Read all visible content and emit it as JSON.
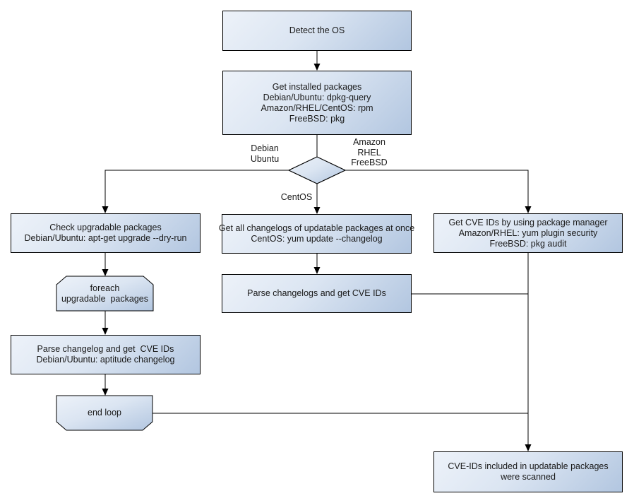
{
  "diagram": {
    "colors": {
      "node_fill_light": "#edf2f9",
      "node_fill_mid": "#dbe5f2",
      "node_fill_dark": "#b2c6e0",
      "node_border": "#000000",
      "connector": "#000000",
      "text": "#1a1a1a",
      "background": "#ffffff"
    },
    "nodes": {
      "detect_os": {
        "label": "Detect the OS"
      },
      "get_installed_packages": {
        "label": "Get installed packages\nDebian/Ubuntu: dpkg-query\nAmazon/RHEL/CentOS: rpm\nFreeBSD: pkg"
      },
      "check_upgradable": {
        "label": "Check upgradable packages\nDebian/Ubuntu: apt-get upgrade --dry-run"
      },
      "foreach_loop": {
        "label": "foreach\nupgradable  packages"
      },
      "parse_changelog_left": {
        "label": "Parse changelog and get  CVE IDs\nDebian/Ubuntu: aptitude changelog"
      },
      "end_loop": {
        "label": "end loop"
      },
      "get_all_changelogs": {
        "label": "Get all changelogs of updatable packages at once\nCentOS: yum update --changelog"
      },
      "parse_changelogs_mid": {
        "label": "Parse changelogs and get CVE IDs"
      },
      "get_cve_ids_pkg_mgr": {
        "label": "Get CVE IDs by using package manager\nAmazon/RHEL: yum plugin security\nFreeBSD: pkg audit"
      },
      "result": {
        "label": "CVE-IDs included in updatable packages\nwere scanned"
      }
    },
    "edge_labels": {
      "debian_ubuntu": "Debian\nUbuntu",
      "amazon_rhel_freebsd": "Amazon\nRHEL\nFreeBSD",
      "centos": "CentOS"
    }
  }
}
